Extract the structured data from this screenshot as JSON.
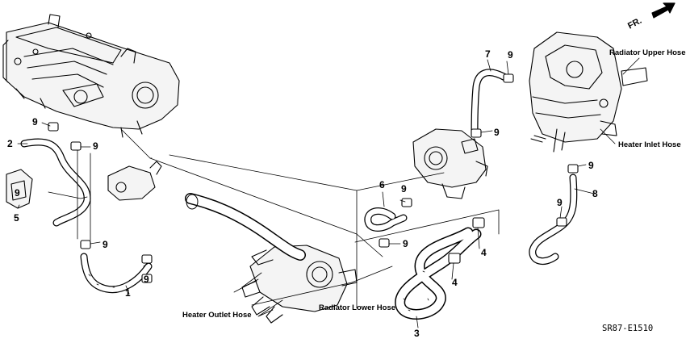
{
  "orientation": {
    "front_label": "FR."
  },
  "callouts": {
    "c1": "1",
    "c2": "2",
    "c3": "3",
    "c4a": "4",
    "c4b": "4",
    "c5": "5",
    "c6": "6",
    "c7": "7",
    "c8": "8",
    "c9a": "9",
    "c9b": "9",
    "c9c": "9",
    "c9d": "9",
    "c9e": "9",
    "c9f": "9",
    "c9g": "9",
    "c9h": "9",
    "c9i": "9",
    "c9j": "9",
    "c9k": "9"
  },
  "hoses": {
    "radiator_upper": "Radiator Upper Hose",
    "heater_inlet": "Heater Inlet Hose",
    "heater_outlet": "Heater Outlet Hose",
    "radiator_lower": "Radiator Lower Hose"
  },
  "diagram_code": "SR87-E1510"
}
